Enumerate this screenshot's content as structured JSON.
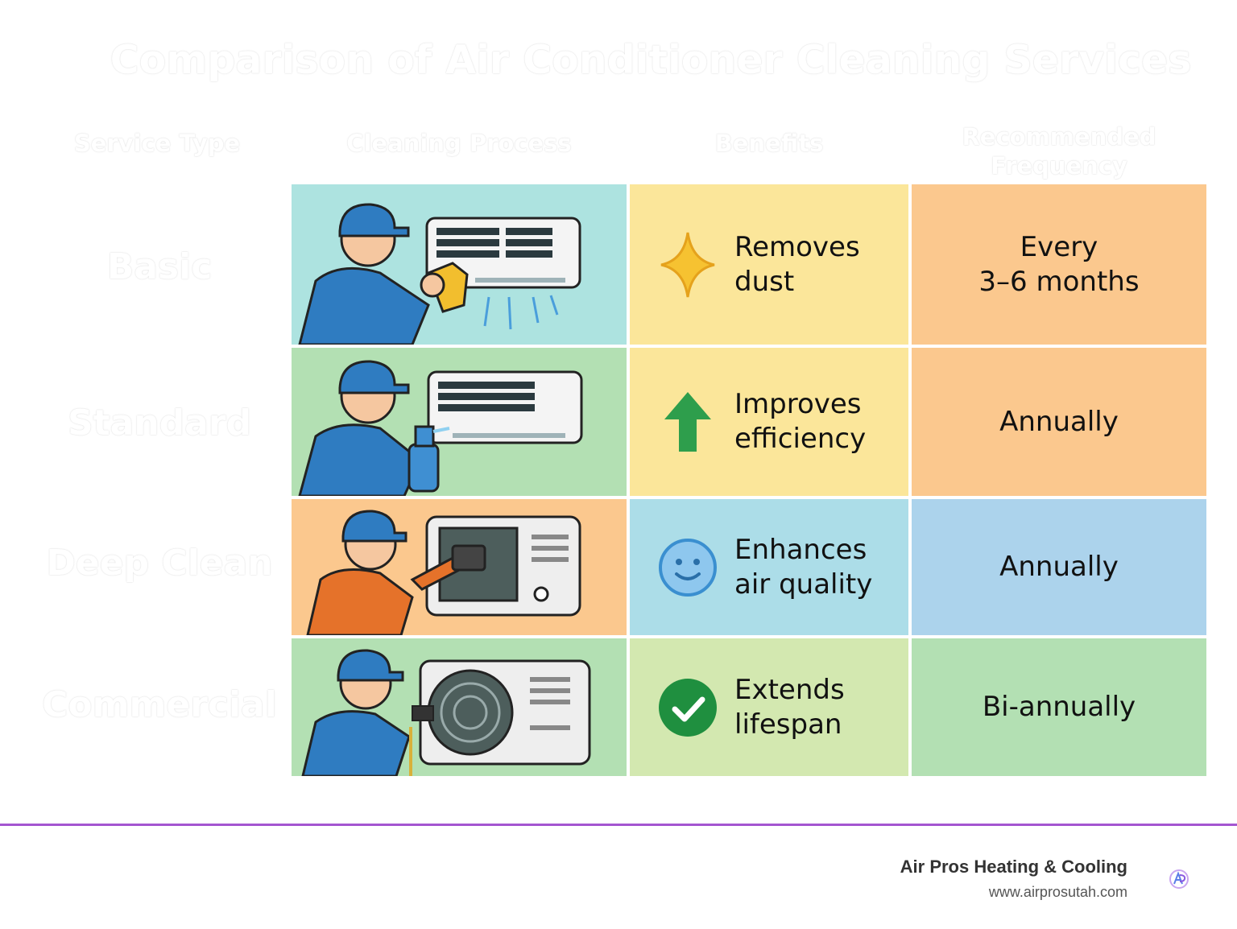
{
  "title": "Comparison of Air Conditioner Cleaning Services",
  "columns": [
    "Service Type",
    "Cleaning Process",
    "Benefits",
    "Recommended Frequency"
  ],
  "rows": [
    {
      "service": "Basic",
      "benefit": "Removes\ndust",
      "benefit_icon": "sparkle-icon",
      "frequency": "Every\n3–6 months"
    },
    {
      "service": "Standard",
      "benefit": "Improves\nefficiency",
      "benefit_icon": "up-arrow-icon",
      "frequency": "Annually"
    },
    {
      "service": "Deep Clean",
      "benefit": "Enhances\nair quality",
      "benefit_icon": "smiley-icon",
      "frequency": "Annually"
    },
    {
      "service": "Commercial",
      "benefit": "Extends\nlifespan",
      "benefit_icon": "checkmark-icon",
      "frequency": "Bi-annually"
    }
  ],
  "footer": {
    "brand": "Air Pros Heating & Cooling",
    "url": "www.airprosutah.com"
  },
  "colors": {
    "accent_line": "#a455d0",
    "teal": "#ade3e0",
    "green": "#b3e0b3",
    "orange": "#fbc88e",
    "yellow": "#fbe69a",
    "blue": "#acd3ec"
  }
}
